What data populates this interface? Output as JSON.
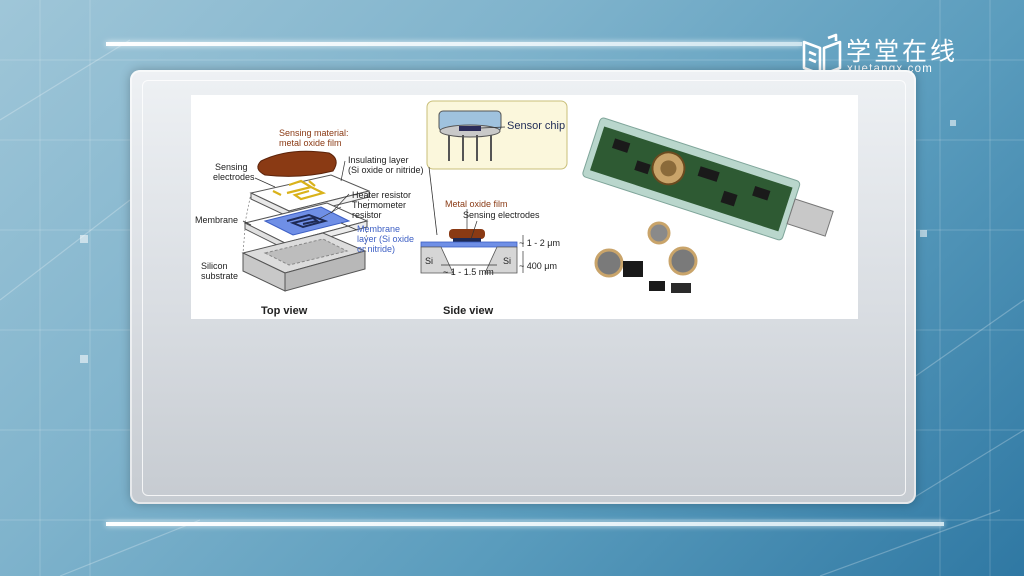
{
  "logo": {
    "name_cn": "学堂在线",
    "name_en": "xuetangx.com"
  },
  "figure": {
    "top_view": {
      "caption": "Top view",
      "labels": {
        "sensing_material_1": "Sensing material:",
        "sensing_material_2": "metal oxide film",
        "sensing_electrodes_1": "Sensing",
        "sensing_electrodes_2": "electrodes",
        "insulating_1": "Insulating layer",
        "insulating_2": "(Si oxide or nitride)",
        "heater": "Heater resistor",
        "thermometer_1": "Thermometer",
        "thermometer_2": "resistor",
        "membrane": "Membrane",
        "membrane_layer_1": "Membrane",
        "membrane_layer_2": "layer (Si oxide",
        "membrane_layer_3": "or nitride)",
        "silicon_1": "Silicon",
        "silicon_2": "substrate"
      }
    },
    "side_view": {
      "caption": "Side view",
      "labels": {
        "sensor_chip": "Sensor chip",
        "metal_oxide_film": "Metal oxide film",
        "sensing_electrodes": "Sensing electrodes",
        "thickness_membrane": "~ 1 - 2 μm",
        "thickness_substrate": "~ 400 μm",
        "width": "~ 1 - 1.5 mm",
        "si_left": "Si",
        "si_right": "Si"
      }
    }
  },
  "colors": {
    "film": "#8a3a14",
    "membrane": "#3d5fc4",
    "accent": "#2f78a3"
  }
}
